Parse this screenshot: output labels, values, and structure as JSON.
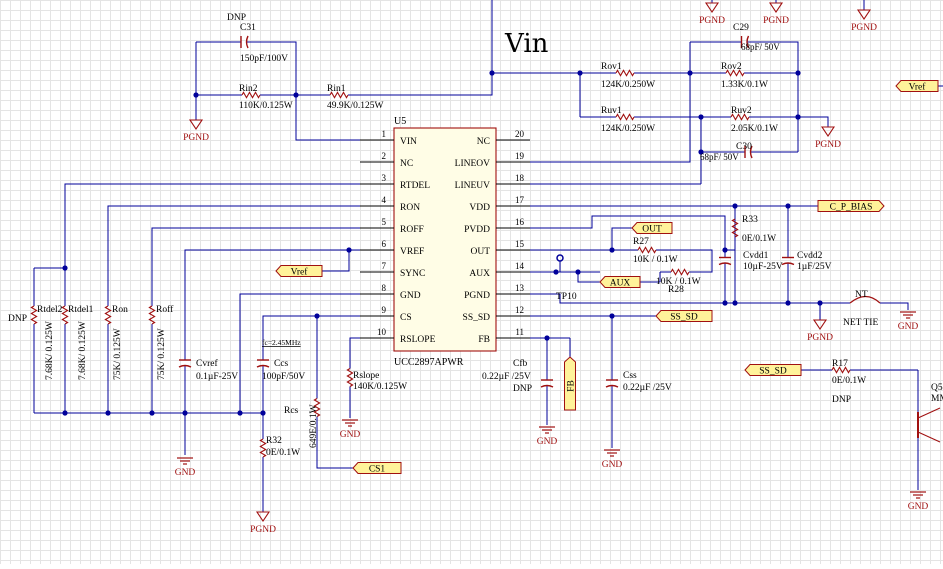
{
  "colors": {
    "wire": "#00009a",
    "part": "#a01010",
    "text": "#000000",
    "ic_fill": "#fffde6",
    "port_fill": "#fff29a",
    "pin": "#000000",
    "junction": "#00009a"
  },
  "ic": {
    "designator": "U5",
    "part_number": "UCC2897APWR",
    "pins_left": [
      {
        "num": "1",
        "name": "VIN"
      },
      {
        "num": "2",
        "name": "NC"
      },
      {
        "num": "3",
        "name": "RTDEL"
      },
      {
        "num": "4",
        "name": "RON"
      },
      {
        "num": "5",
        "name": "ROFF"
      },
      {
        "num": "6",
        "name": "VREF"
      },
      {
        "num": "7",
        "name": "SYNC"
      },
      {
        "num": "8",
        "name": "GND"
      },
      {
        "num": "9",
        "name": "CS"
      },
      {
        "num": "10",
        "name": "RSLOPE"
      }
    ],
    "pins_right": [
      {
        "num": "20",
        "name": "NC"
      },
      {
        "num": "19",
        "name": "LINEOV"
      },
      {
        "num": "18",
        "name": "LINEUV"
      },
      {
        "num": "17",
        "name": "VDD"
      },
      {
        "num": "16",
        "name": "PVDD"
      },
      {
        "num": "15",
        "name": "OUT"
      },
      {
        "num": "14",
        "name": "AUX"
      },
      {
        "num": "13",
        "name": "PGND"
      },
      {
        "num": "12",
        "name": "SS_SD"
      },
      {
        "num": "11",
        "name": "FB"
      }
    ]
  },
  "components": {
    "c31": {
      "ref": "C31",
      "value": "150pF/100V",
      "note": "DNP"
    },
    "rin2": {
      "ref": "Rin2",
      "value": "110K/0.125W"
    },
    "rin1": {
      "ref": "Rin1",
      "value": "49.9K/0.125W"
    },
    "c29": {
      "ref": "C29",
      "value": "68pF/ 50V"
    },
    "rov1": {
      "ref": "Rov1",
      "value": "124K/0.250W"
    },
    "rov2": {
      "ref": "Rov2",
      "value": "1.33K/0.1W"
    },
    "ruv1": {
      "ref": "Ruv1",
      "value": "124K/0.250W"
    },
    "ruv2": {
      "ref": "Ruv2",
      "value": "2.05K/0.1W"
    },
    "c30": {
      "ref": "C30",
      "value": "68pF/ 50V"
    },
    "rtdel2": {
      "ref": "Rtdel2",
      "value": "7.68K/ 0.125W",
      "note": "DNP"
    },
    "rtdel1": {
      "ref": "Rtdel1",
      "value": "7.68K/ 0.125W"
    },
    "ron": {
      "ref": "Ron",
      "value": "75K/ 0.125W"
    },
    "roff": {
      "ref": "Roff",
      "value": "75K/ 0.125W"
    },
    "cvref": {
      "ref": "Cvref",
      "value": "0.1µF-25V"
    },
    "ccs": {
      "ref": "Ccs",
      "value": "100pF/50V",
      "note": "fc=2.45MHz"
    },
    "rcs": {
      "ref": "Rcs",
      "value": "649E/0.1W"
    },
    "r32": {
      "ref": "R32",
      "value": "0E/0.1W"
    },
    "rslope": {
      "ref": "Rslope",
      "value": "140K/0.125W"
    },
    "cfb": {
      "ref": "Cfb",
      "value": "0.22µF /25V",
      "note": "DNP"
    },
    "css": {
      "ref": "Css",
      "value": "0.22µF /25V"
    },
    "r33": {
      "ref": "R33",
      "value": "0E/0.1W"
    },
    "cvdd1": {
      "ref": "Cvdd1",
      "value": "10µF-25V"
    },
    "cvdd2": {
      "ref": "Cvdd2",
      "value": "1µF/25V"
    },
    "r27": {
      "ref": "R27",
      "value": "10K / 0.1W"
    },
    "r28": {
      "ref": "R28",
      "value": "10K / 0.1W"
    },
    "r17": {
      "ref": "R17",
      "value": "0E/0.1W",
      "note": "DNP"
    },
    "q5": {
      "ref": "Q5",
      "value": "MM"
    },
    "tp10": {
      "ref": "TP10"
    },
    "nettie": {
      "ref": "NT",
      "value": "NET TIE"
    }
  },
  "ports": {
    "vref_left": "Vref",
    "vref_right": "Vref",
    "c_p_bias": "C_P_BIAS",
    "out": "OUT",
    "aux": "AUX",
    "ss_sd_right": "SS_SD",
    "ss_sd_lower": "SS_SD",
    "fb": "FB",
    "cs1": "CS1"
  },
  "power": {
    "pgnd": "PGND",
    "gnd": "GND"
  },
  "annotations": {
    "vin_handwritten": "Vin"
  }
}
